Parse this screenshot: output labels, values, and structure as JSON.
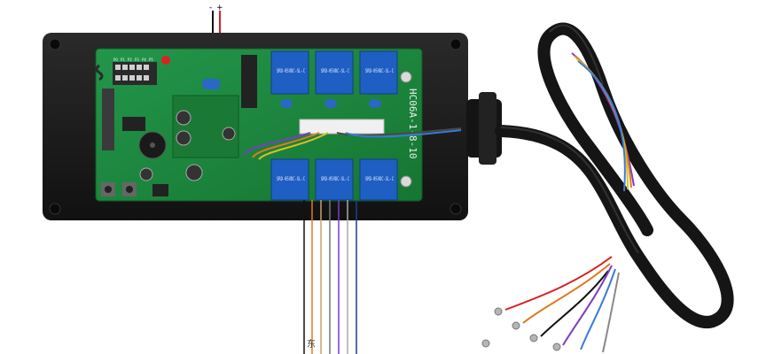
{
  "photo": {
    "power_minus": "-",
    "power_plus": "+",
    "board_model": "HC06A-1-8-10",
    "relay_label": "SRD-05VDC-SL-C",
    "wire_label": "东",
    "dip_labels": [
      "PO",
      "P1",
      "P2",
      "P3",
      "P4",
      "P5"
    ],
    "colors": {
      "enclosure": "#1b1b1b",
      "pcb": "#1f8a3a",
      "relay": "#1f5fc4",
      "wire_red": "#d92020",
      "wire_black": "#111111"
    }
  }
}
